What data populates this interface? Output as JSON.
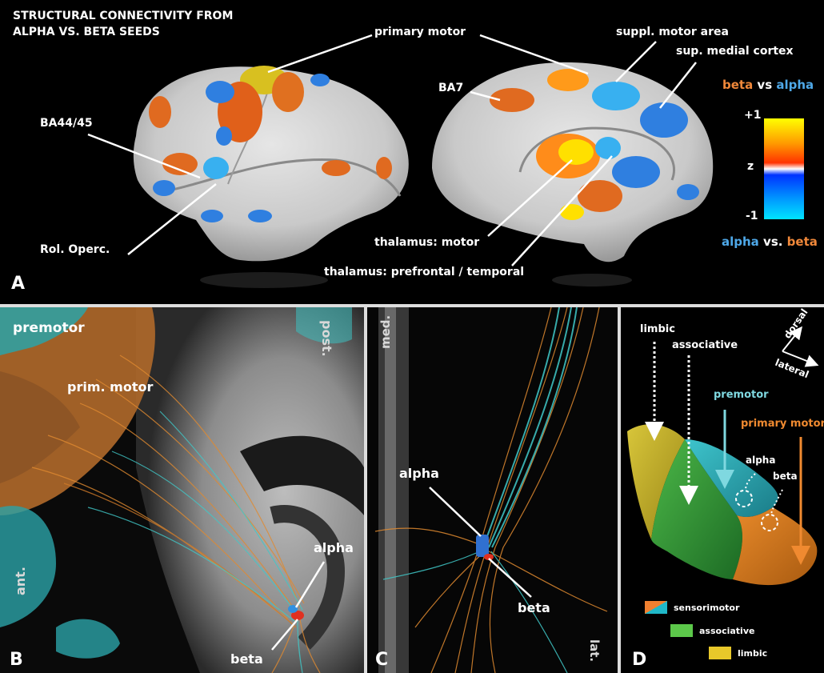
{
  "panel_a": {
    "title_line1": "STRUCTURAL CONNECTIVITY FROM",
    "title_line2": "ALPHA VS. BETA SEEDS",
    "letter": "A",
    "labels": {
      "primary_motor": "primary motor",
      "ba44_45": "BA44/45",
      "rol_operc": "Rol. Operc.",
      "ba7": "BA7",
      "suppl_motor": "suppl. motor area",
      "sup_medial": "sup. medial cortex",
      "thal_motor": "thalamus: motor",
      "thal_pref": "thalamus: prefrontal / temporal"
    },
    "legend": {
      "top_beta": "beta",
      "top_vs": " vs ",
      "top_alpha": "alpha",
      "plus": "+1",
      "z": "z",
      "minus": "-1",
      "bottom_alpha": "alpha",
      "bottom_vs": " vs. ",
      "bottom_beta": "beta",
      "beta_color": "#f0883a",
      "alpha_color": "#4ea8e8"
    }
  },
  "panel_b": {
    "letter": "B",
    "premotor": "premotor",
    "prim_motor": "prim. motor",
    "post": "post.",
    "ant": "ant.",
    "alpha": "alpha",
    "beta": "beta"
  },
  "panel_c": {
    "letter": "C",
    "med": "med.",
    "lat": "lat.",
    "alpha": "alpha",
    "beta": "beta"
  },
  "panel_d": {
    "letter": "D",
    "dorsal": "dorsal",
    "lateral": "lateral",
    "limbic": "limbic",
    "associative": "associative",
    "premotor": "premotor",
    "primary_motor": "primary motor",
    "alpha": "alpha",
    "beta": "beta",
    "legend": {
      "sensorimotor": "sensorimotor",
      "associative": "associative",
      "limbic": "limbic"
    },
    "colors": {
      "premotor": "#2ab3c0",
      "primary_motor": "#d97a1a",
      "associative": "#2e9a3a",
      "limbic": "#c8b42a"
    }
  }
}
